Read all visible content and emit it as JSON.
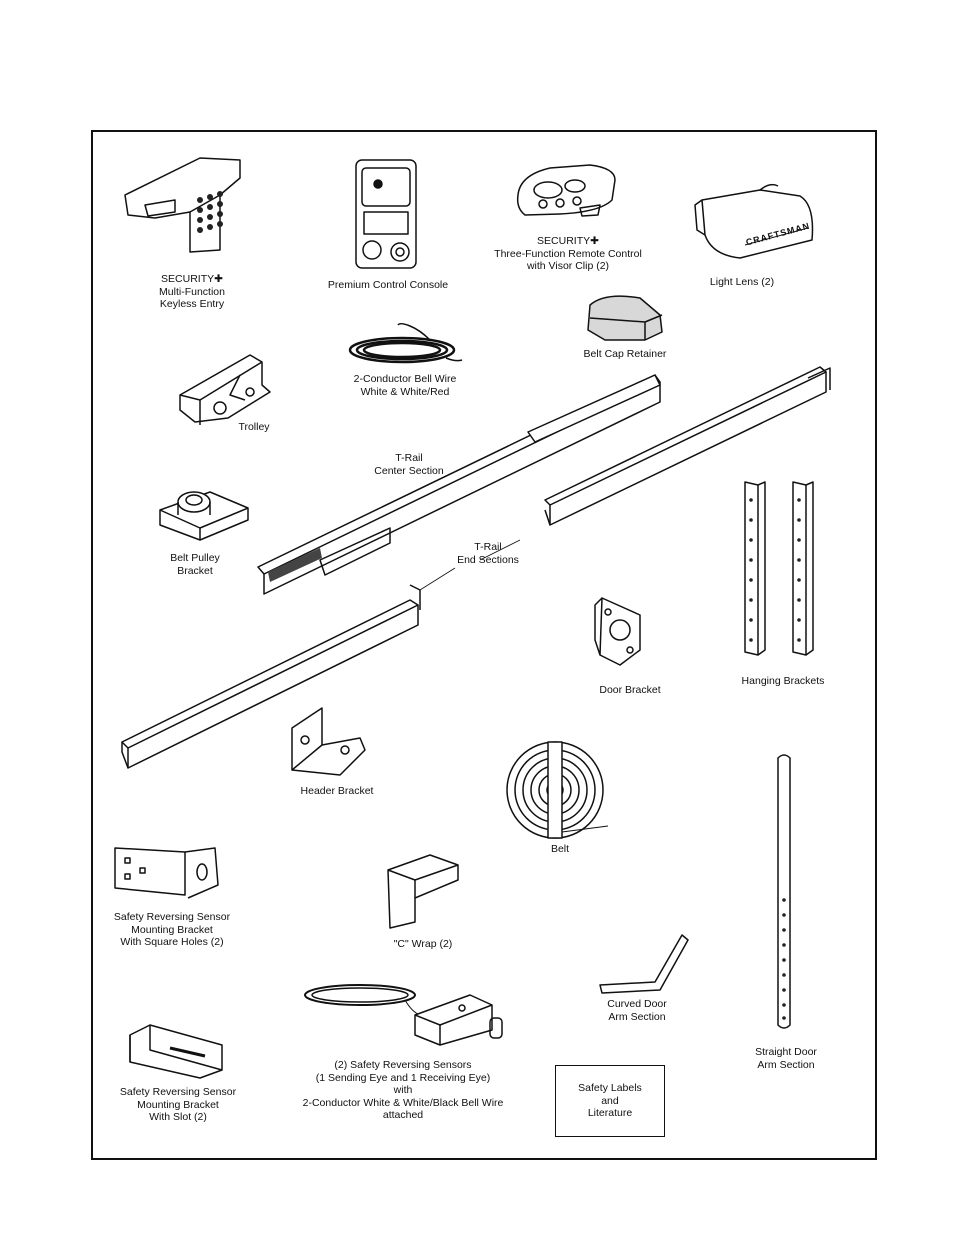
{
  "parts": {
    "keyless_entry": [
      "SECURITY✚",
      "Multi-Function",
      "Keyless Entry"
    ],
    "control_console": [
      "Premium Control Console"
    ],
    "remote_control": [
      "SECURITY✚",
      "Three-Function Remote Control",
      "with Visor Clip (2)"
    ],
    "light_lens": [
      "Light Lens (2)"
    ],
    "lens_brand": "CRAFTSMAN",
    "belt_cap_retainer": [
      "Belt Cap Retainer"
    ],
    "bell_wire": [
      "2-Conductor Bell Wire",
      "White & White/Red"
    ],
    "trolley": [
      "Trolley"
    ],
    "t_rail_center": [
      "T-Rail",
      "Center Section"
    ],
    "belt_pulley_bracket": [
      "Belt Pulley",
      "Bracket"
    ],
    "t_rail_end": [
      "T-Rail",
      "End Sections"
    ],
    "door_bracket": [
      "Door Bracket"
    ],
    "hanging_brackets": [
      "Hanging Brackets"
    ],
    "header_bracket": [
      "Header Bracket"
    ],
    "belt": [
      "Belt"
    ],
    "sensor_bracket_square": [
      "Safety Reversing Sensor",
      "Mounting Bracket",
      "With Square Holes (2)"
    ],
    "c_wrap": [
      "\"C\" Wrap (2)"
    ],
    "curved_arm": [
      "Curved Door",
      "Arm Section"
    ],
    "straight_arm": [
      "Straight Door",
      "Arm Section"
    ],
    "sensors": [
      "(2) Safety Reversing Sensors",
      "(1 Sending Eye and 1 Receiving Eye)",
      "with",
      "2-Conductor White & White/Black Bell Wire",
      "attached"
    ],
    "sensor_bracket_slot": [
      "Safety Reversing Sensor",
      "Mounting Bracket",
      "With Slot (2)"
    ],
    "safety_labels": [
      "Safety Labels",
      "and",
      "Literature"
    ]
  }
}
